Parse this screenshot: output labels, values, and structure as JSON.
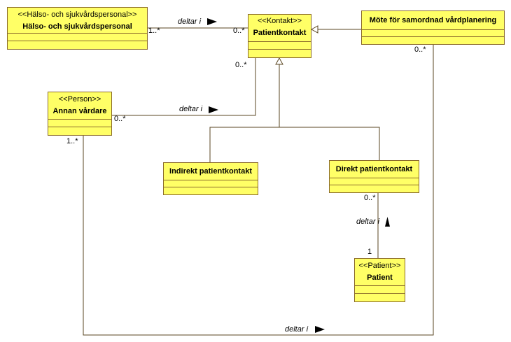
{
  "classes": {
    "halso": {
      "stereotype": "<<Hälso- och sjukvårdspersonal>>",
      "name": "Hälso- och sjukvårdspersonal"
    },
    "kontakt": {
      "stereotype": "<<Kontakt>>",
      "name": "Patientkontakt"
    },
    "mote": {
      "stereotype": "",
      "name": "Möte för samordnad vårdplanering"
    },
    "person": {
      "stereotype": "<<Person>>",
      "name": "Annan vårdare"
    },
    "indirekt": {
      "stereotype": "",
      "name": "Indirekt patientkontakt"
    },
    "direkt": {
      "stereotype": "",
      "name": "Direkt patientkontakt"
    },
    "patient": {
      "stereotype": "<<Patient>>",
      "name": "Patient"
    }
  },
  "associations": {
    "halso_kontakt": {
      "label": "deltar i",
      "source_mult": "1..*",
      "target_mult": "0..*"
    },
    "person_kontakt": {
      "label": "deltar i",
      "source_mult": "0..*",
      "target_mult": "0..*"
    },
    "patient_direkt": {
      "label": "deltar i",
      "source_mult": "1",
      "target_mult": "0..*"
    },
    "person_mote": {
      "label": "deltar i",
      "source_mult": "1..*",
      "target_mult": "0..*"
    }
  },
  "colors": {
    "class_fill": "#ffff66",
    "class_border": "#8a6a2a",
    "line": "#5a4620"
  }
}
